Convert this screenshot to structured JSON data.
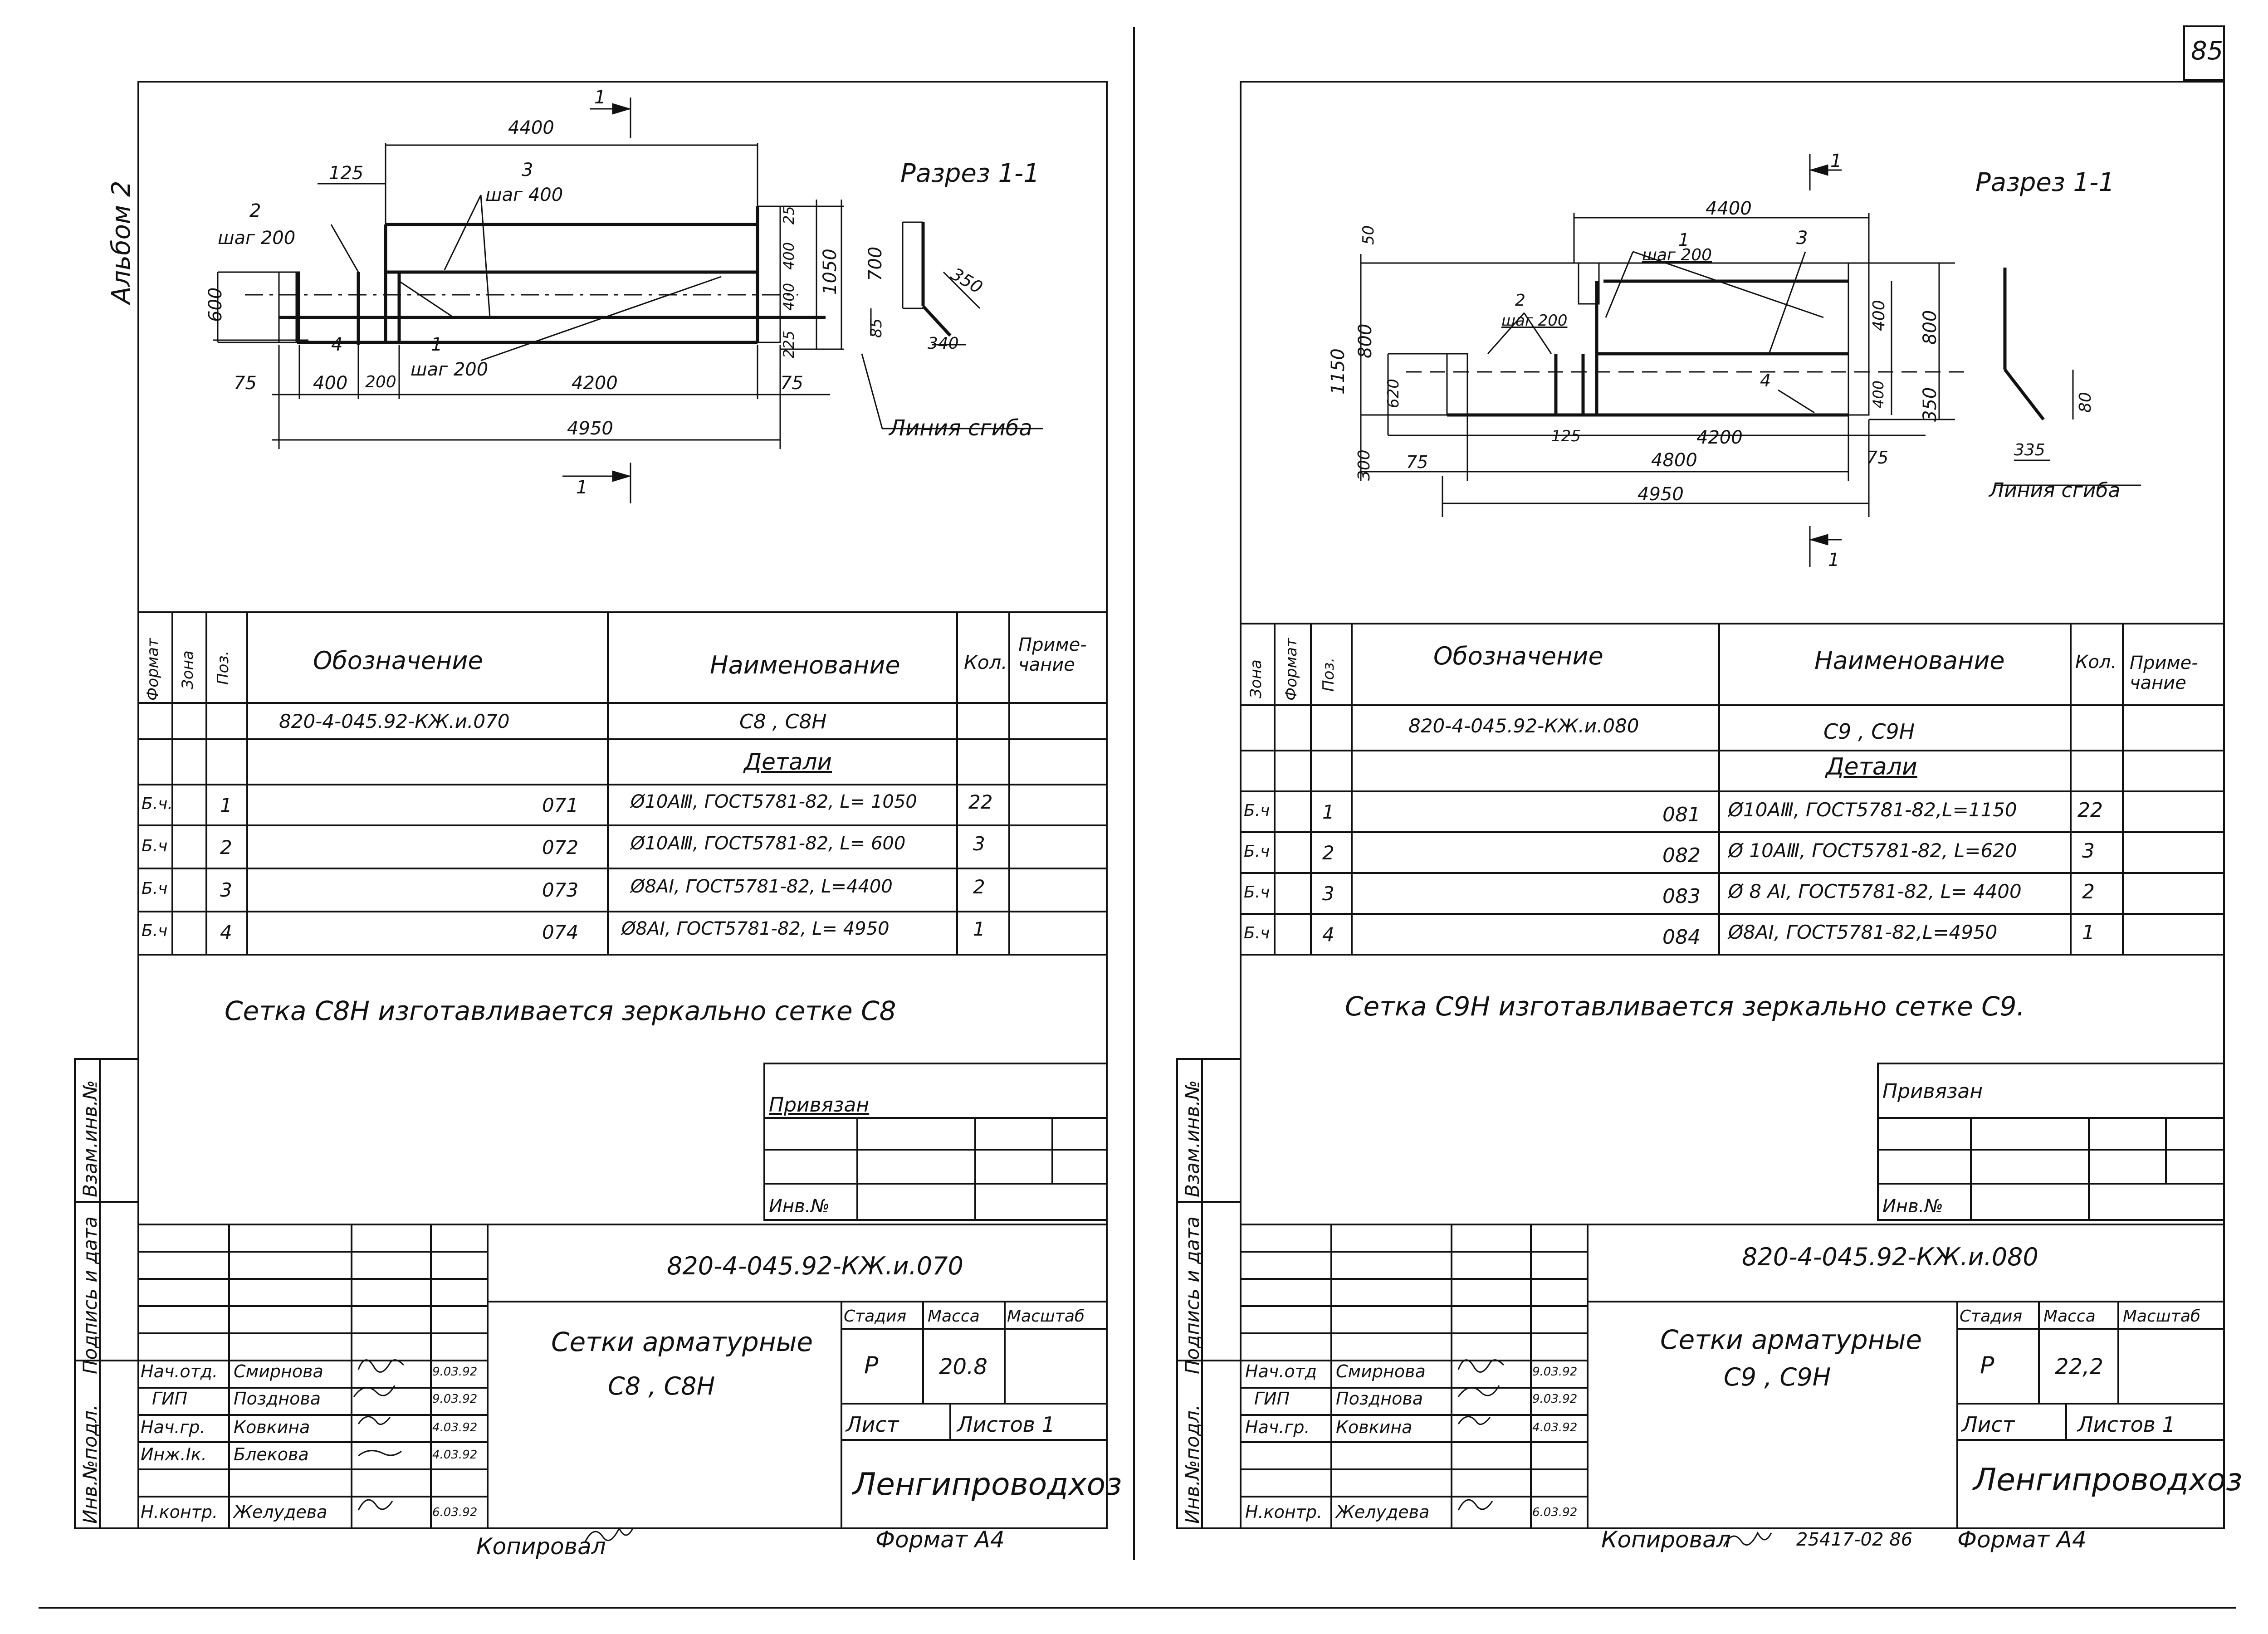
{
  "page_number": "85",
  "left": {
    "album": "Альбом 2",
    "section_title": "Разрез 1-1",
    "section_mark": "1",
    "bend_line": "Линия сгиба",
    "dims": {
      "d4400": "4400",
      "d125": "125",
      "d2": "2",
      "step200a": "шаг 200",
      "d3": "3",
      "step400": "шаг 400",
      "d600": "600",
      "d4": "4",
      "d1": "1",
      "step200b": "шаг 200",
      "d75a": "75",
      "d400": "400",
      "d200": "200",
      "d4200": "4200",
      "d75b": "75",
      "d4950": "4950",
      "d25": "25",
      "d400v1": "400",
      "d400v2": "400",
      "d225": "225",
      "d1050": "1050",
      "d700": "700",
      "d85": "85",
      "d350": "350",
      "d340": "340"
    },
    "spec": {
      "headers": {
        "format": "Формат",
        "zone": "Зона",
        "pos": "Поз.",
        "designation": "Обозначение",
        "name": "Наименование",
        "qty": "Кол.",
        "note": "Приме-чание"
      },
      "main_designation": "820-4-045.92-КЖ.и.070",
      "main_name": "С8 , С8Н",
      "details_label": "Детали",
      "rows": [
        {
          "format": "Б.ч.",
          "pos": "1",
          "designation": "071",
          "name": "Ø10АⅢ, ГОСТ5781-82, L= 1050",
          "qty": "22"
        },
        {
          "format": "Б.ч",
          "pos": "2",
          "designation": "072",
          "name": "Ø10АⅢ, ГОСТ5781-82, L= 600",
          "qty": "3"
        },
        {
          "format": "Б.ч",
          "pos": "3",
          "designation": "073",
          "name": "Ø8АⅠ, ГОСТ5781-82, L=4400",
          "qty": "2"
        },
        {
          "format": "Б.ч",
          "pos": "4",
          "designation": "074",
          "name": "Ø8АⅠ, ГОСТ5781-82, L= 4950",
          "qty": "1"
        }
      ]
    },
    "note": "Сетка С8Н изготавливается зеркально сетке С8",
    "bound_label": "Привязан",
    "inv_label": "Инв.№",
    "side_labels": {
      "inv_no_sub": "Инв.№подл.",
      "sign_date": "Подпись и дата",
      "replace_inv": "Взам.инв.№"
    },
    "title_block": {
      "code": "820-4-045.92-КЖ.и.070",
      "product": "Сетки арматурные",
      "product_sub": "С8 , С8Н",
      "stage_h": "Стадия",
      "mass_h": "Масса",
      "scale_h": "Масштаб",
      "stage": "Р",
      "mass": "20.8",
      "sheet_h": "Лист",
      "sheets_h": "Листов 1",
      "org": "Ленгипроводхоз",
      "staff": [
        {
          "role": "Нач.отд.",
          "name": "Смирнова",
          "date": "9.03.92"
        },
        {
          "role": "ГИП",
          "name": "Позднова",
          "date": "9.03.92"
        },
        {
          "role": "Нач.гр.",
          "name": "Ковкина",
          "date": "4.03.92"
        },
        {
          "role": "Инж.Ⅰк.",
          "name": "Блекова",
          "date": "4.03.92"
        },
        {
          "role": "Н.контр.",
          "name": "Желудева",
          "date": "6.03.92"
        }
      ]
    },
    "copied": "Копировал",
    "format": "Формат А4"
  },
  "right": {
    "section_title": "Разрез 1-1",
    "section_mark": "1",
    "bend_line": "Линия сгиба",
    "dims": {
      "d4400": "4400",
      "d1": "1",
      "step200a": "шаг 200",
      "d3": "3",
      "d2": "2",
      "step200b": "шаг 200",
      "d50": "50",
      "d1150": "1150",
      "d800": "800",
      "d620": "620",
      "d300": "300",
      "d75a": "75",
      "d125": "125",
      "d4200": "4200",
      "d4800": "4800",
      "d75b": "75",
      "d4950": "4950",
      "d400a": "400",
      "d400b": "400",
      "d4": "4",
      "d800r": "800",
      "d350": "350",
      "d80": "80",
      "d335": "335"
    },
    "spec": {
      "headers": {
        "zone": "Зона",
        "format": "Формат",
        "pos": "Поз.",
        "designation": "Обозначение",
        "name": "Наименование",
        "qty": "Кол.",
        "note": "Приме-чание"
      },
      "main_designation": "820-4-045.92-КЖ.и.080",
      "main_name": "С9 , С9Н",
      "details_label": "Детали",
      "rows": [
        {
          "format": "Б.ч",
          "pos": "1",
          "designation": "081",
          "name": "Ø10АⅢ, ГОСТ5781-82,L=1150",
          "qty": "22"
        },
        {
          "format": "Б.ч",
          "pos": "2",
          "designation": "082",
          "name": "Ø 10АⅢ, ГОСТ5781-82, L=620",
          "qty": "3"
        },
        {
          "format": "Б.ч",
          "pos": "3",
          "designation": "083",
          "name": "Ø 8 АⅠ, ГОСТ5781-82, L= 4400",
          "qty": "2"
        },
        {
          "format": "Б.ч",
          "pos": "4",
          "designation": "084",
          "name": "Ø8АⅠ, ГОСТ5781-82,L=4950",
          "qty": "1"
        }
      ]
    },
    "note": "Сетка С9Н изготавливается зеркально сетке С9.",
    "bound_label": "Привязан",
    "inv_label": "Инв.№",
    "side_labels": {
      "inv_no_sub": "Инв.№подл.",
      "sign_date": "Подпись и дата",
      "replace_inv": "Взам.инв.№"
    },
    "title_block": {
      "code": "820-4-045.92-КЖ.и.080",
      "product": "Сетки арматурные",
      "product_sub": "С9 , С9Н",
      "stage_h": "Стадия",
      "mass_h": "Масса",
      "scale_h": "Масштаб",
      "stage": "Р",
      "mass": "22,2",
      "sheet_h": "Лист",
      "sheets_h": "Листов 1",
      "org": "Ленгипроводхоз",
      "staff": [
        {
          "role": "Нач.отд",
          "name": "Смирнова",
          "date": "9.03.92"
        },
        {
          "role": "ГИП",
          "name": "Позднова",
          "date": "9.03.92"
        },
        {
          "role": "Нач.гр.",
          "name": "Ковкина",
          "date": "4.03.92"
        },
        {
          "role": "",
          "name": "",
          "date": ""
        },
        {
          "role": "Н.контр.",
          "name": "Желудева",
          "date": "6.03.92"
        }
      ]
    },
    "copied": "Копировал",
    "copy_code": "25417-02 86",
    "format": "Формат А4"
  }
}
